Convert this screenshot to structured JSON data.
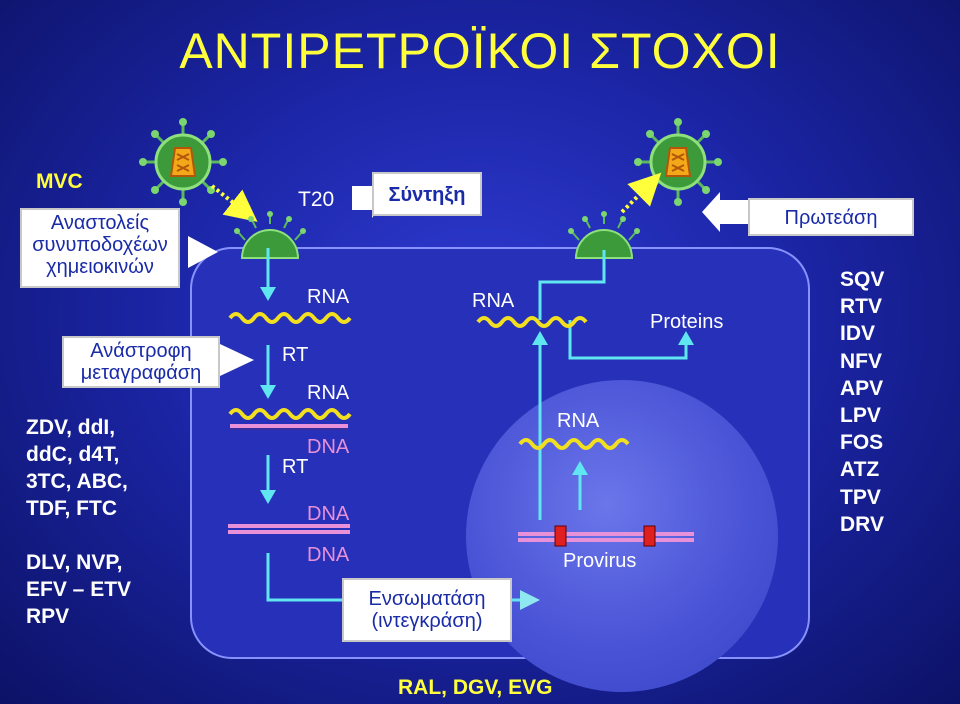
{
  "title": "ΑΝΤΙΡΕΤΡΟΪΚΟΙ ΣΤΟΧΟΙ",
  "left": {
    "mvc": "MVC",
    "coreceptor_line1": "Αναστολείς",
    "coreceptor_line2": "συνυποδοχέων",
    "coreceptor_line3": "χημειοκινών",
    "rt_line1": "Ανάστροφη",
    "rt_line2": "μεταγραφάση",
    "nrti_line1": "ZDV, ddI,",
    "nrti_line2": "ddC, d4T,",
    "nrti_line3": "3TC, ABC,",
    "nrti_line4": "TDF, FTC",
    "nnrti_line1": "DLV, NVP,",
    "nnrti_line2": "EFV – ETV",
    "nnrti_line3": "RPV"
  },
  "right": {
    "protease": "Πρωτεάση",
    "pis": [
      "SQV",
      "RTV",
      "IDV",
      "NFV",
      "APV",
      "LPV",
      "FOS",
      "ATZ",
      "TPV",
      "DRV"
    ]
  },
  "top": {
    "t20": "T20",
    "synthesis": "Σύντηξη"
  },
  "cell": {
    "rna1": "RNA",
    "rt1": "RT",
    "rna2": "RNA",
    "dna1": "DNA",
    "rt2": "RT",
    "dna2": "DNA",
    "dna3": "DNA",
    "rna_top": "RNA",
    "proteins": "Proteins",
    "rna_nucleus": "RNA",
    "provirus": "Provirus"
  },
  "integration": {
    "line1": "Ενσωματάση",
    "line2": "(ιντεγκράση)",
    "drugs": "RAL, DGV, EVG"
  },
  "colors": {
    "yellow_text": "#ffff3c",
    "callout_text": "#1a2ba8",
    "rna_wave": "#f2e020",
    "dna_strand": "#e890d8",
    "arrow": "#60e6f0",
    "virus": "#4fa84a"
  }
}
